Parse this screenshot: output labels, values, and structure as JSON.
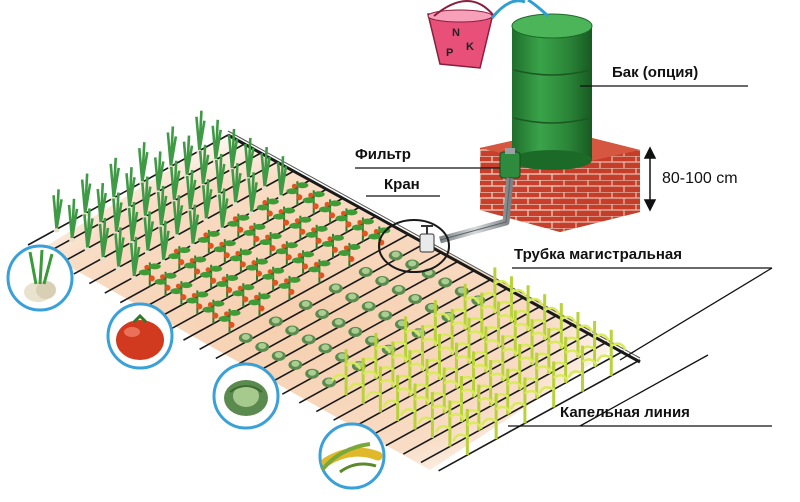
{
  "labels": {
    "tank": "Бак (опция)",
    "filter": "Фильтр",
    "valve": "Кран",
    "height": "80-100 cm",
    "main_pipe": "Трубка магистральная",
    "drip_line": "Капельная линия"
  },
  "bucket": {
    "letters": [
      "N",
      "P",
      "K"
    ]
  },
  "icons": {
    "crops": [
      "onion-icon",
      "tomato-icon",
      "cabbage-icon",
      "corn-icon"
    ]
  },
  "colors": {
    "tank_green": "#2e8a3c",
    "brick": "#c8402c",
    "bucket_pink": "#e8507a",
    "soil": "#f3c9a8",
    "pipe_gray": "#9aa0a4",
    "circle_blue": "#3aa0d8"
  }
}
